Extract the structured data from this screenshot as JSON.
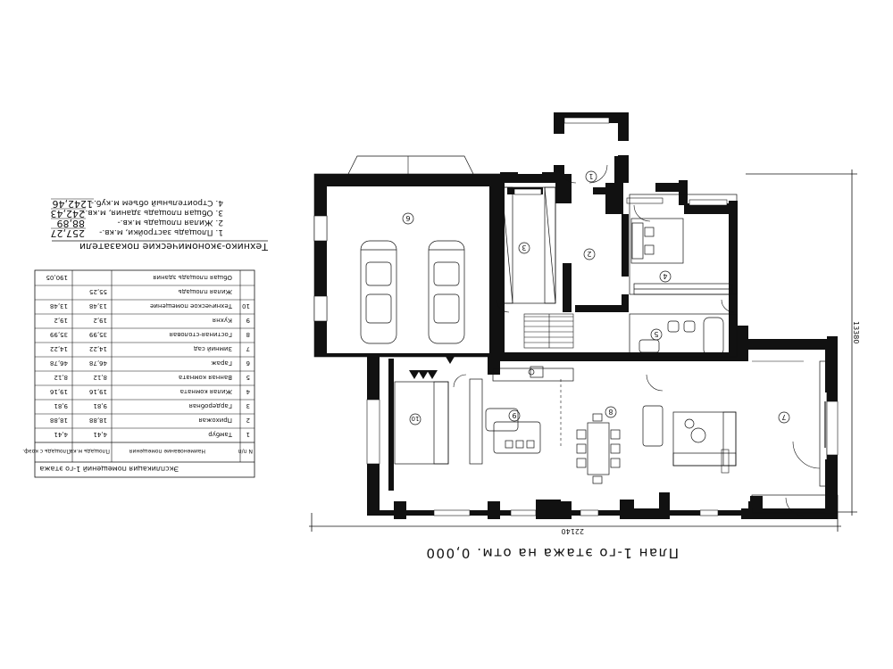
{
  "plan": {
    "title": "План 1-го этажа на отм. 0,000",
    "overall_width": "22140",
    "overall_height": "13380"
  },
  "indicators": {
    "heading": "Технико-экономические показатели",
    "items": [
      {
        "label": "1. Площадь застройки, м.кв.-",
        "value": "257,27"
      },
      {
        "label": "2. Жилая площадь м.кв.-",
        "value": "88,89"
      },
      {
        "label": "3. Общая площадь здания, м.кв.-",
        "value": "242,43"
      },
      {
        "label": "4. Строительный объем м.куб.-",
        "value": "1242,46"
      }
    ]
  },
  "explication": {
    "title": "Экспликация помещений 1-го этажа",
    "headers": [
      "N п/п",
      "Наименование помещения",
      "Площадь м.кв.",
      "Площадь с коэф."
    ],
    "rows": [
      {
        "n": "1",
        "name": "Тамбур",
        "area": "4,41",
        "coef": "4,41"
      },
      {
        "n": "2",
        "name": "Прихожая",
        "area": "18,88",
        "coef": "18,88"
      },
      {
        "n": "3",
        "name": "Гардеробная",
        "area": "9,81",
        "coef": "9,81"
      },
      {
        "n": "4",
        "name": "Жилая комната",
        "area": "19,16",
        "coef": "19,16"
      },
      {
        "n": "5",
        "name": "Ванная комната",
        "area": "8,12",
        "coef": "8,12"
      },
      {
        "n": "6",
        "name": "Гараж",
        "area": "46,78",
        "coef": "46,78"
      },
      {
        "n": "7",
        "name": "Зимний сад",
        "area": "14,22",
        "coef": "14,22"
      },
      {
        "n": "8",
        "name": "Гостиная-столовая",
        "area": "35,99",
        "coef": "35,99"
      },
      {
        "n": "9",
        "name": "Кухня",
        "area": "19,2",
        "coef": "19,2"
      },
      {
        "n": "10",
        "name": "Техническое помещение",
        "area": "13,48",
        "coef": "13,48"
      },
      {
        "n": "",
        "name": "Жилая площадь",
        "area": "55,25",
        "coef": ""
      },
      {
        "n": "",
        "name": "Общая площадь здания",
        "area": "",
        "coef": "190,05"
      }
    ]
  },
  "rooms": [
    "1",
    "2",
    "3",
    "4",
    "5",
    "6",
    "7",
    "8",
    "9",
    "10"
  ]
}
